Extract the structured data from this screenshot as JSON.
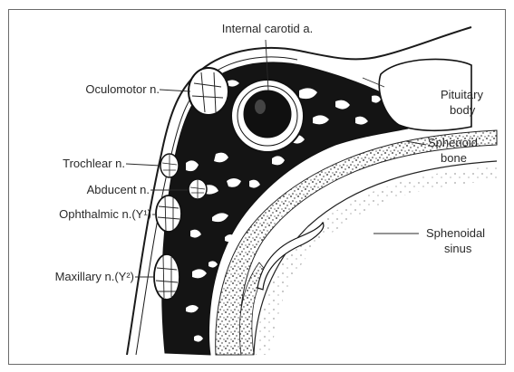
{
  "labels": {
    "internal_carotid": "Internal carotid a.",
    "oculomotor": "Oculomotor n.",
    "pituitary_line1": "Pituitary",
    "pituitary_line2": "body",
    "sphenoid_bone_line1": "Sphenoid",
    "sphenoid_bone_line2": "bone",
    "trochlear": "Trochlear n.",
    "abducent": "Abducent n.",
    "ophthalmic": "Ophthalmic n.(Y¹)",
    "sphenoidal_sinus_line1": "Sphenoidal",
    "sphenoidal_sinus_line2": "sinus",
    "maxillary": "Maxillary n.(Y²)"
  }
}
